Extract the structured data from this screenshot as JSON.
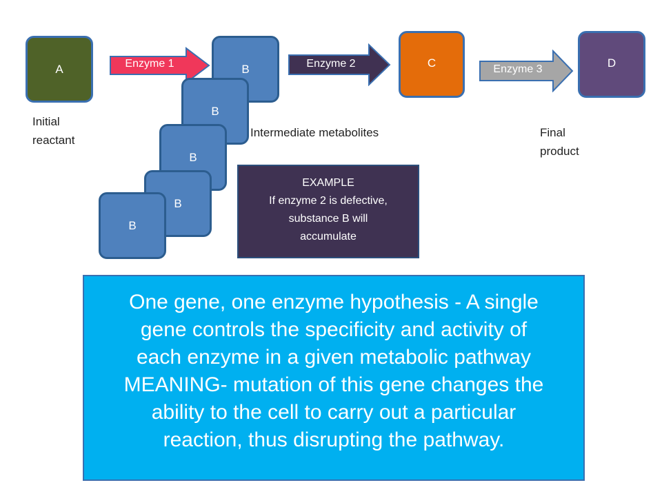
{
  "boxes": {
    "a": "A",
    "b": [
      "B",
      "B",
      "B",
      "B",
      "B"
    ],
    "c": "C",
    "d": "D"
  },
  "enzymes": [
    "Enzyme 1",
    "Enzyme 2",
    "Enzyme 3"
  ],
  "labels": {
    "initial": [
      "Initial",
      "reactant"
    ],
    "intermediate": "Intermediate metabolites",
    "final": [
      "Final",
      "product"
    ]
  },
  "example": {
    "heading": "EXAMPLE",
    "line1": "If enzyme 2 is defective,",
    "line2": "substance B will",
    "line3": "accumulate"
  },
  "hypothesis": {
    "line1": "One gene, one enzyme hypothesis  - A single",
    "line2": "gene controls the specificity and activity of",
    "line3": "each enzyme in a given  metabolic pathway",
    "line4": "MEANING- mutation of this gene changes the",
    "line5": "ability to the cell to carry out a particular",
    "line6": "reaction, thus disrupting the pathway."
  },
  "colors": {
    "a_fill": "#4f6228",
    "b_fill": "#4f81bd",
    "c_fill": "#e46c0a",
    "d_fill": "#604a7b",
    "enzyme1_fill": "#f0375a",
    "enzyme2_fill": "#403152",
    "enzyme3_fill": "#a6a6a6",
    "example_fill": "#3f3252",
    "hypothesis_fill": "#00b0f0"
  }
}
